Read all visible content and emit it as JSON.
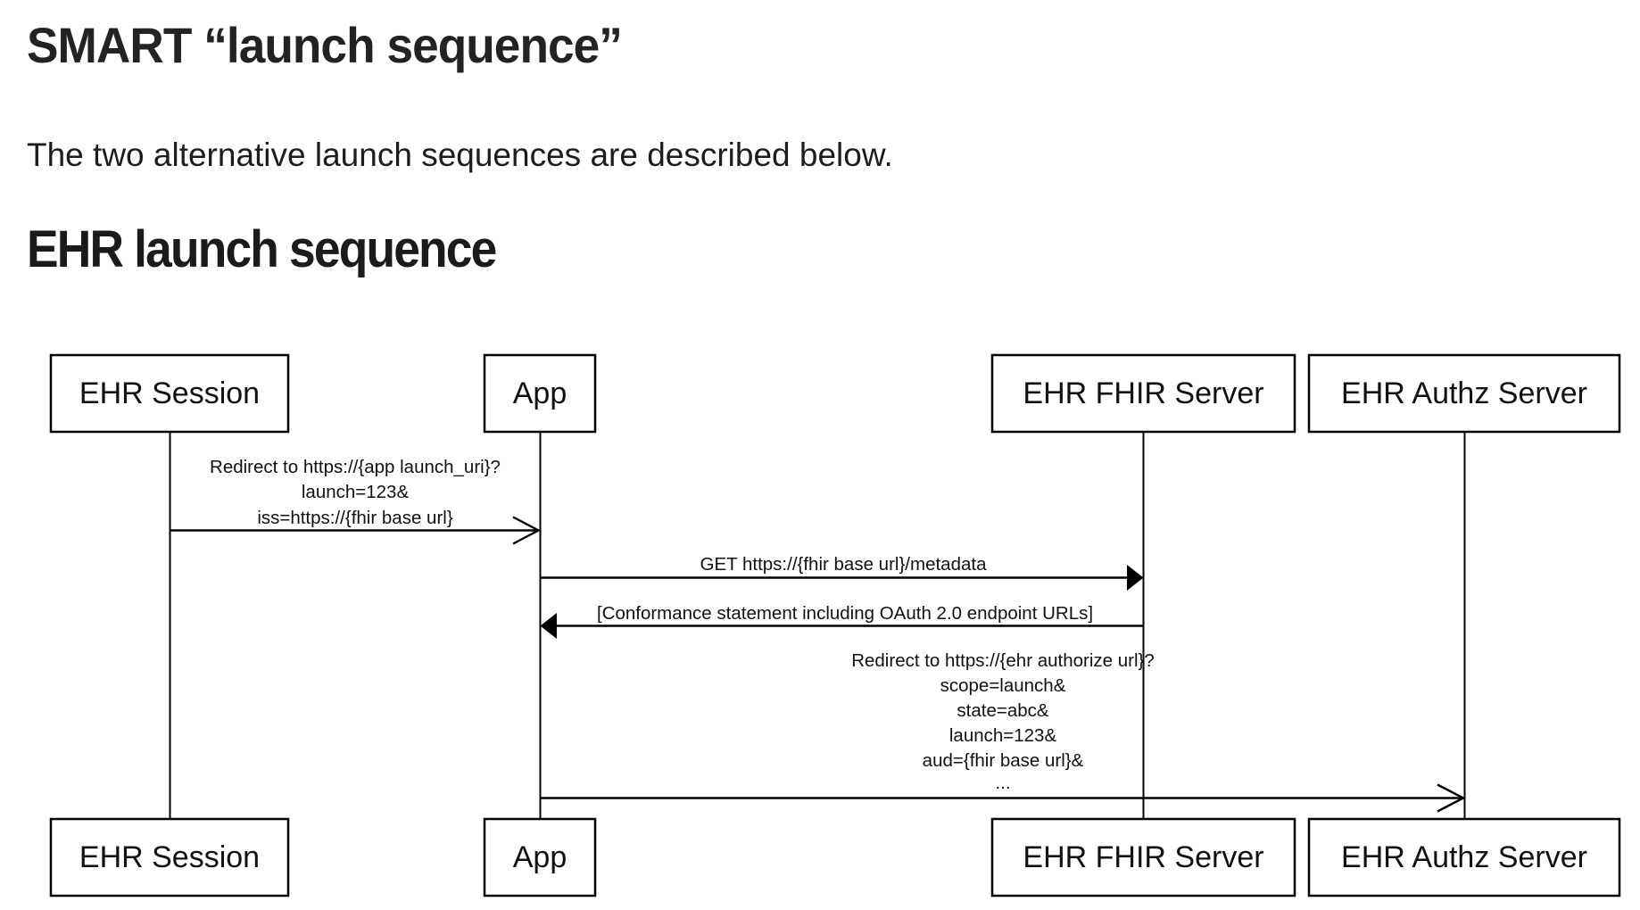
{
  "page": {
    "title": "SMART “launch sequence”",
    "intro": "The two alternative launch sequences are described below.",
    "section_heading": "EHR launch sequence"
  },
  "diagram": {
    "type": "uml-sequence-diagram",
    "colors": {
      "stroke": "#000000",
      "text": "#111111",
      "background": "#ffffff"
    },
    "actors": [
      {
        "label": "EHR Session"
      },
      {
        "label": "App"
      },
      {
        "label": "EHR FHIR Server"
      },
      {
        "label": "EHR Authz Server"
      }
    ],
    "messages": [
      {
        "from": "EHR Session",
        "to": "App",
        "arrow": "open",
        "lines": [
          "Redirect to https://{app launch_uri}?",
          "launch=123&",
          "iss=https://{fhir base url}"
        ]
      },
      {
        "from": "App",
        "to": "EHR FHIR Server",
        "arrow": "filled",
        "lines": [
          "GET https://{fhir base url}/metadata"
        ]
      },
      {
        "from": "EHR FHIR Server",
        "to": "App",
        "arrow": "filled",
        "lines": [
          "[Conformance statement including OAuth 2.0 endpoint URLs]"
        ]
      },
      {
        "from": "App",
        "to": "EHR Authz Server",
        "arrow": "open",
        "lines": [
          "Redirect to https://{ehr authorize url}?",
          "scope=launch&",
          "state=abc&",
          "launch=123&",
          "aud={fhir base url}&",
          "..."
        ]
      }
    ]
  }
}
